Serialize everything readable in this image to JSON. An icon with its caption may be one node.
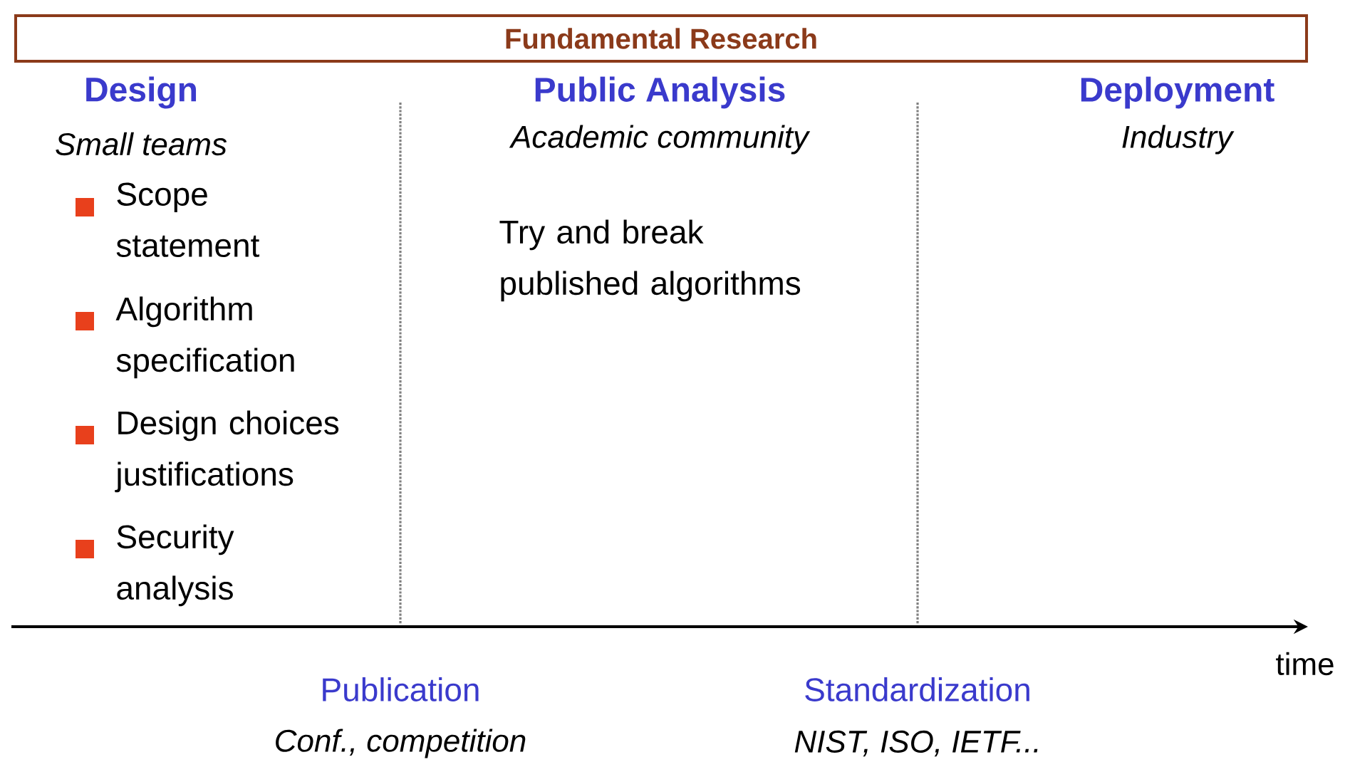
{
  "diagram": {
    "nodes": [
      {
        "text": [
          "Fundamental Research"
        ]
      }
    ],
    "labels": [
      "Design",
      "Small teams",
      "Scope statement",
      "Algorithm specification",
      "Design choices justifications",
      "Security analysis",
      "Public Analysis",
      "Academic community",
      "Try and break published algorithms",
      "Deployment",
      "Industry",
      "time",
      "Publication",
      "Conf., competition",
      "Standardization",
      "NIST, ISO, IETF..."
    ]
  }
}
